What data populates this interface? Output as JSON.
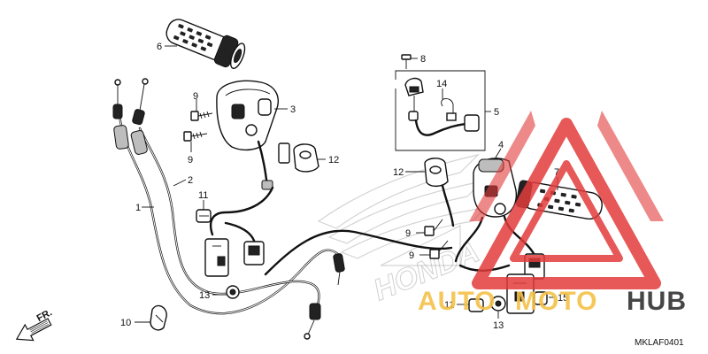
{
  "diagram": {
    "code": "MKLAF0401",
    "direction_label": "FR.",
    "watermark_brand": "HONDA",
    "overlay_logo": {
      "word_auto": "AUTO",
      "word_moto": "MOTO",
      "word_hub": "HUB",
      "colors": {
        "triangle": "#e33b3b",
        "gold": "#f5c24a",
        "dark": "#333333"
      }
    },
    "callouts": [
      {
        "id": "c1",
        "label": "1"
      },
      {
        "id": "c2",
        "label": "2"
      },
      {
        "id": "c3",
        "label": "3"
      },
      {
        "id": "c4",
        "label": "4"
      },
      {
        "id": "c5",
        "label": "5"
      },
      {
        "id": "c6",
        "label": "6"
      },
      {
        "id": "c7",
        "label": "7"
      },
      {
        "id": "c8",
        "label": "8"
      },
      {
        "id": "c9a",
        "label": "9"
      },
      {
        "id": "c9b",
        "label": "9"
      },
      {
        "id": "c9c",
        "label": "9"
      },
      {
        "id": "c9d",
        "label": "9"
      },
      {
        "id": "c10",
        "label": "10"
      },
      {
        "id": "c11a",
        "label": "11"
      },
      {
        "id": "c11b",
        "label": "11"
      },
      {
        "id": "c12a",
        "label": "12"
      },
      {
        "id": "c12b",
        "label": "12"
      },
      {
        "id": "c13a",
        "label": "13"
      },
      {
        "id": "c13b",
        "label": "13"
      },
      {
        "id": "c14",
        "label": "14"
      },
      {
        "id": "c15",
        "label": "15"
      }
    ]
  }
}
